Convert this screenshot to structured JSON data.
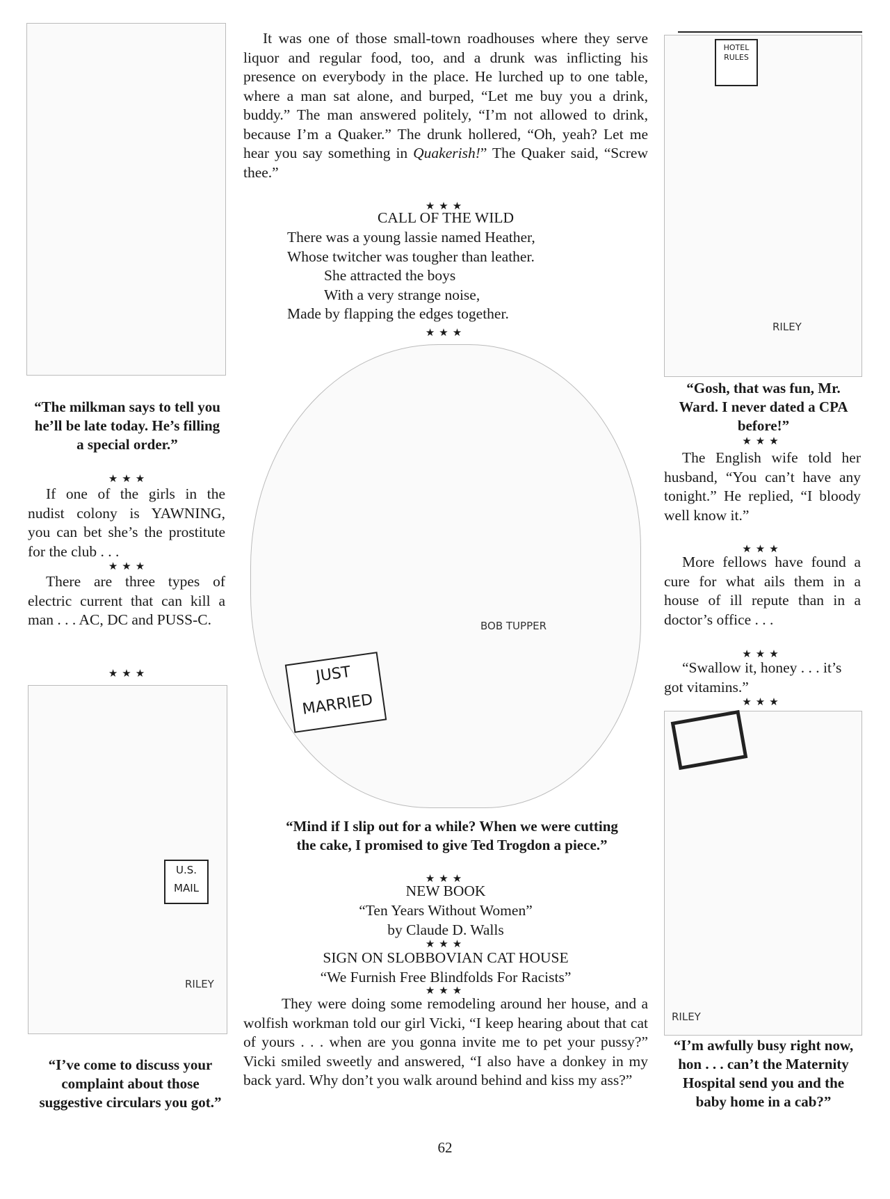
{
  "left": {
    "cartoon1": {
      "description_label": "cartoon"
    },
    "caption1": "“The milkman says to tell you he’ll be late today. He’s filling a special order.”",
    "joke1": "If one of the girls in the nudist colony is YAWNING, you can bet she’s the prostitute for the club . . .",
    "joke2": "There are three types of electric current that can kill a man . . . AC, DC and PUSS-C.",
    "cartoon2": {
      "signs": [
        "U.S.",
        "MAIL"
      ],
      "signature": "RILEY"
    },
    "caption2": "“I’ve come to discuss your complaint about those suggestive circulars you got.”"
  },
  "middle": {
    "joke1": "It was one of those small-town roadhouses where they serve liquor and regular food, too, and a drunk was inflicting his presence on everybody in the place. He lurched up to one table, where a man sat alone, and burped, “Let me buy you a drink, buddy.” The man answered politely, “I’m not allowed to drink, because I’m a Quaker.” The drunk hollered, “Oh, yeah? Let me hear you say something in ",
    "joke1_italic": "Quakerish!",
    "joke1_end": "” The Quaker said, “Screw thee.”",
    "poem_title": "CALL OF THE WILD",
    "poem": [
      "There was a young lassie named Heather,",
      "Whose twitcher was tougher than leather.",
      "She attracted the boys",
      "With a very strange noise,",
      "Made by flapping the edges together."
    ],
    "cartoon": {
      "sign": "JUST MARRIED",
      "signature": "BOB TUPPER"
    },
    "caption": "“Mind if I slip out for a while? When we were cutting the cake, I promised to give Ted Trogdon a piece.”",
    "book_heading": "NEW BOOK",
    "book_title": "“Ten Years Without Women”",
    "book_author": "by Claude D. Walls",
    "sign_heading": "SIGN ON SLOBBOVIAN CAT HOUSE",
    "sign_text": "“We Furnish Free Blindfolds For Racists”",
    "joke2": "They were doing some remodeling around her house, and a wolfish workman told our girl Vicki, “I keep hearing about that cat of yours . . . when are you gonna invite me to pet your pussy?” Vicki smiled sweetly and answered, “I also have a donkey in my back yard. Why don’t you walk around behind and kiss my ass?”"
  },
  "right": {
    "cartoon1": {
      "sign": "HOTEL RULES",
      "signature": "RILEY"
    },
    "caption1": "“Gosh, that was fun, Mr. Ward. I never dated a CPA before!”",
    "joke1": "The English wife told her husband, “You can’t have any tonight.” He replied, “I bloody well know it.”",
    "joke2": "More fellows have found a cure for what ails them in a house of ill repute than in a doctor’s office . . .",
    "joke3": "“Swallow it, honey . . . it’s got vitamins.”",
    "cartoon2": {
      "signature": "RILEY"
    },
    "caption2": "“I’m awfully busy right now, hon . . . can’t the Maternity Hospital send you and the baby home in a cab?”"
  },
  "stars": "★★★",
  "page_number": "62"
}
